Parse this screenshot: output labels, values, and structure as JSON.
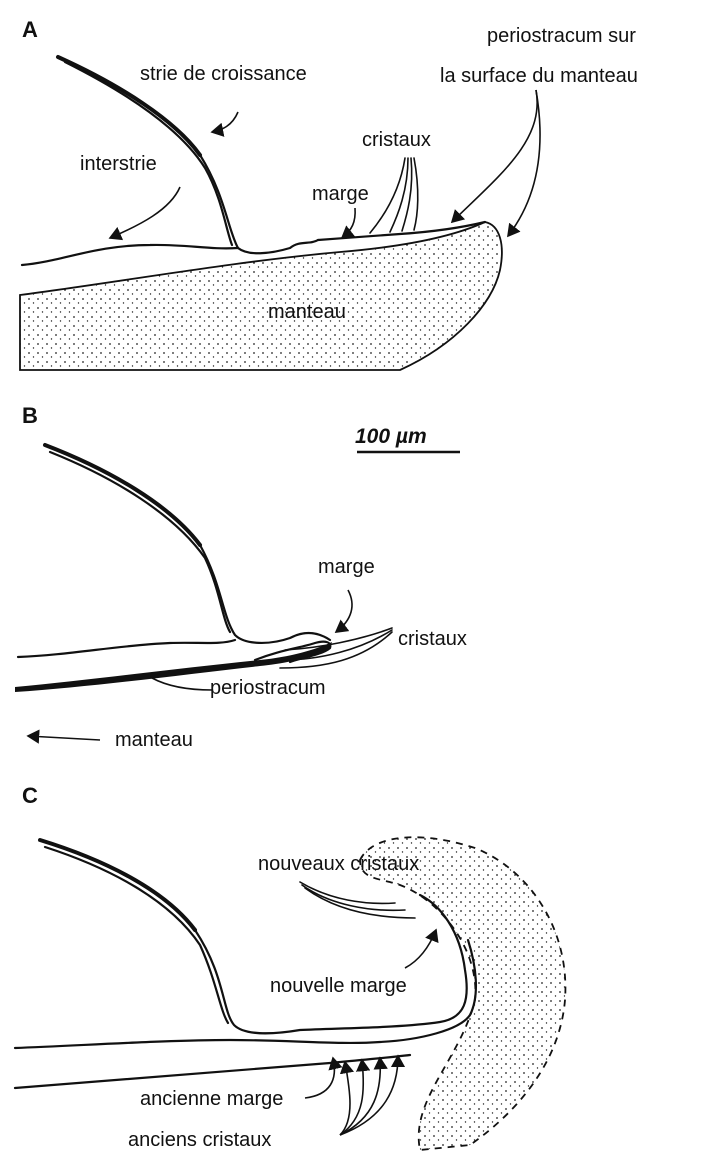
{
  "figure": {
    "panel_a": {
      "letter": "A",
      "labels": {
        "strie": "strie de croissance",
        "interstrie": "interstrie",
        "cristaux": "cristaux",
        "marge": "marge",
        "manteau": "manteau",
        "periostracum_line1": "periostracum sur",
        "periostracum_line2": "la surface du manteau"
      }
    },
    "panel_b": {
      "letter": "B",
      "scale_bar": "100 µm",
      "labels": {
        "marge": "marge",
        "cristaux": "cristaux",
        "periostracum": "periostracum",
        "manteau": "manteau"
      }
    },
    "panel_c": {
      "letter": "C",
      "labels": {
        "nouveaux_cristaux": "nouveaux cristaux",
        "nouvelle_marge": "nouvelle marge",
        "ancienne_marge": "ancienne marge",
        "anciens_cristaux": "anciens cristaux"
      }
    }
  }
}
